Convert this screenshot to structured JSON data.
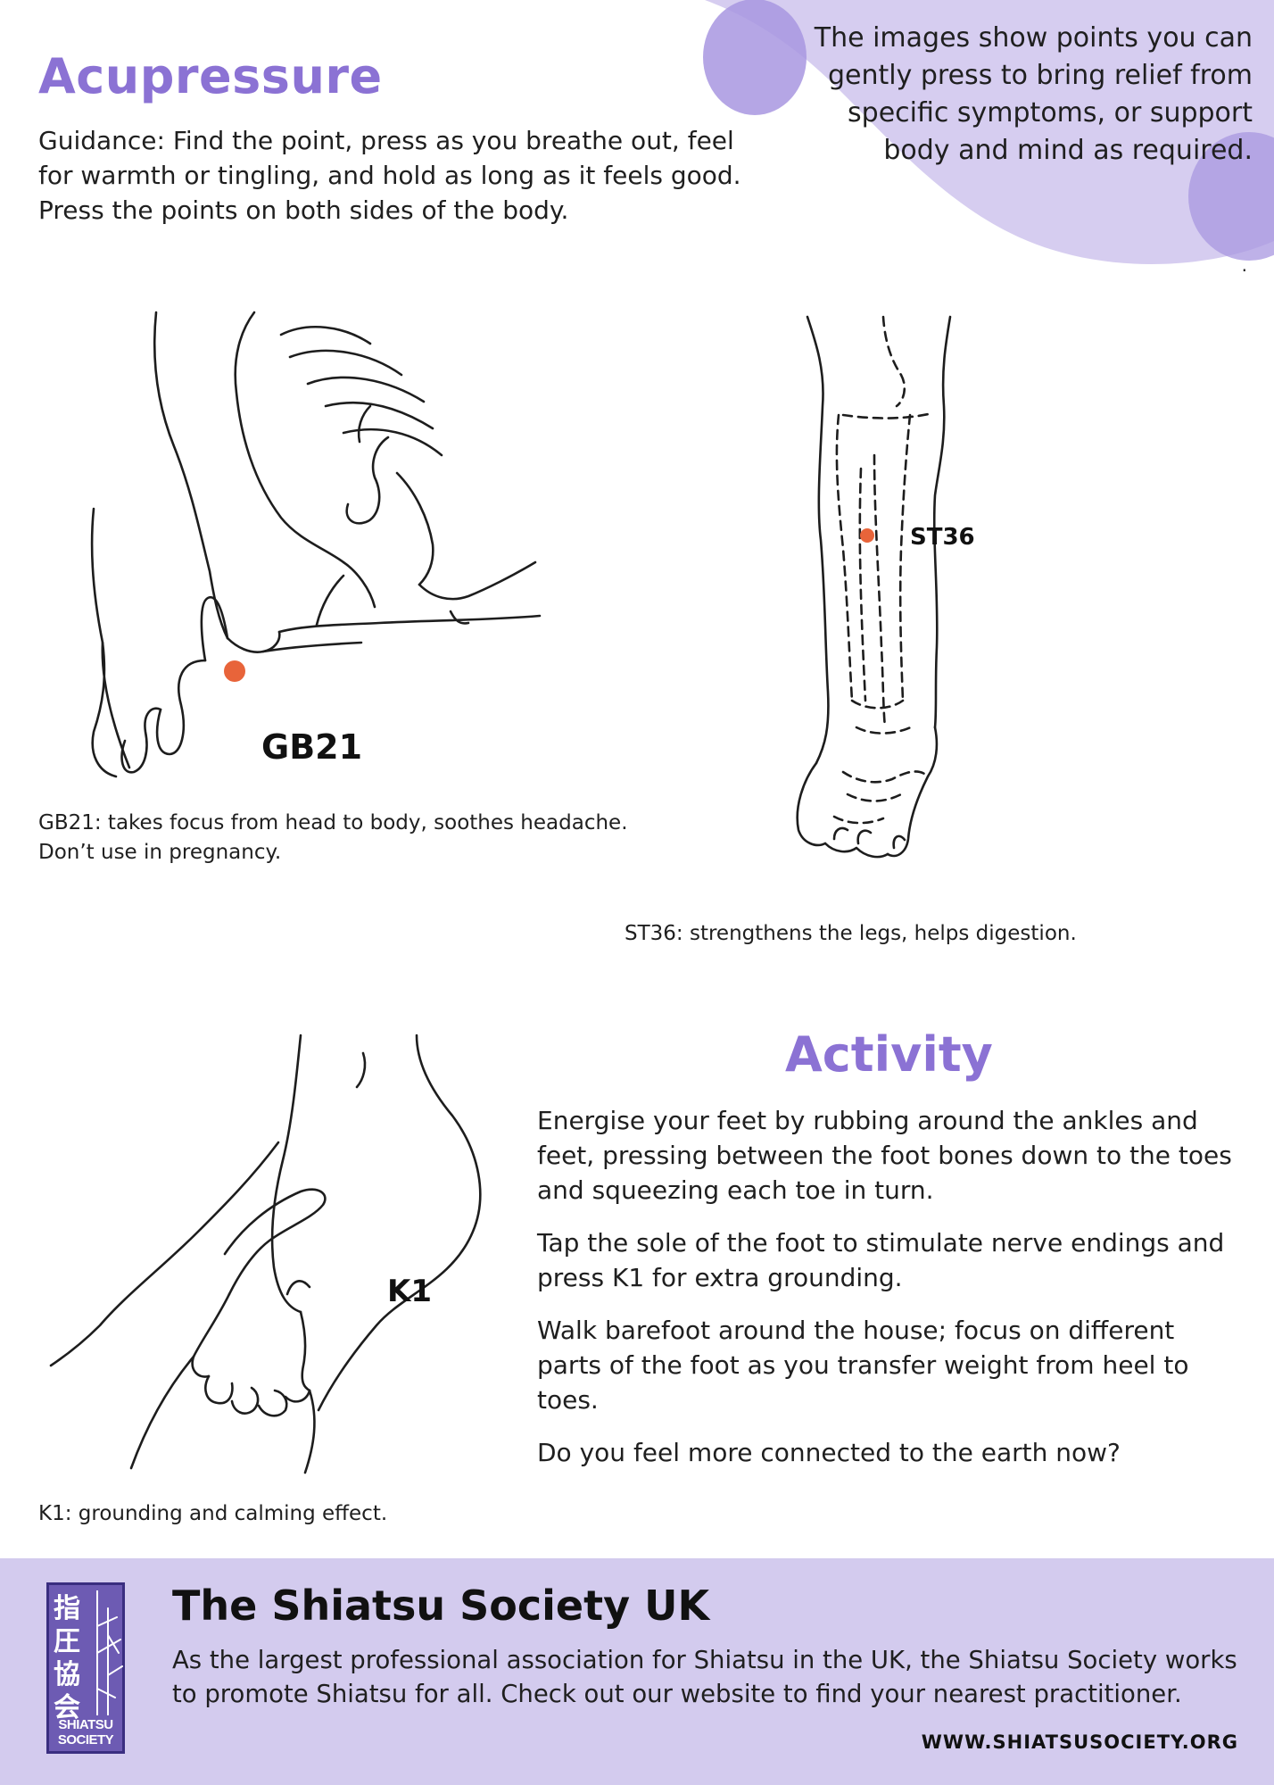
{
  "header": {
    "title": "Acupressure",
    "guidance": "Guidance: Find the point, press as you breathe out, feel for warmth or tingling, and hold as long as it feels good. Press the points on both sides of the body.",
    "intro": "The images show points you can gently press to bring relief from specific symptoms, or support body and mind as required.",
    "stray_mark": "."
  },
  "figures": {
    "gb21": {
      "label": "GB21",
      "caption_line1": "GB21: takes focus from head to body, soothes headache.",
      "caption_line2": "Don’t use in pregnancy."
    },
    "st36": {
      "label": "ST36",
      "caption": "ST36: strengthens the legs, helps digestion."
    },
    "k1": {
      "label": "K1",
      "caption": "K1: grounding and calming effect."
    }
  },
  "activity": {
    "title": "Activity",
    "paragraphs": [
      "Energise your feet by rubbing around the ankles and feet, pressing between the foot bones down to the toes and squeezing each toe in turn.",
      "Tap the sole of the foot to stimulate nerve endings and press K1 for extra grounding.",
      "Walk barefoot around the house; focus on different parts of the foot as you transfer weight from heel to toes.",
      "Do you feel more connected to the earth now?"
    ]
  },
  "footer": {
    "logo_kanji": [
      "指",
      "圧",
      "協",
      "会"
    ],
    "logo_text_line1": "SHIATSU",
    "logo_text_line2": "SOCIETY",
    "org_name": "The Shiatsu Society UK",
    "description": "As the largest professional association for Shiatsu in the UK, the Shiatsu Society works to promote Shiatsu for all. Check out our website to find your nearest practitioner.",
    "website": "WWW.SHIATSUSOCIETY.ORG"
  },
  "colors": {
    "accent_purple": "#8b72d4",
    "blob_light": "#d6cdf0",
    "blob_dark": "#a897e0",
    "footer_bg": "#d3cbee",
    "point_orange": "#e8643a",
    "logo_bg": "#6d5bb3"
  }
}
